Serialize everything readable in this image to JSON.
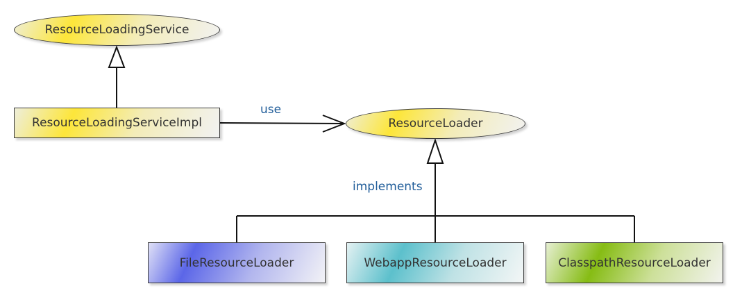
{
  "nodes": {
    "resource_loading_service": "ResourceLoadingService",
    "resource_loading_service_impl": "ResourceLoadingServiceImpl",
    "resource_loader": "ResourceLoader",
    "file_resource_loader": "FileResourceLoader",
    "webapp_resource_loader": "WebappResourceLoader",
    "classpath_resource_loader": "ClasspathResourceLoader"
  },
  "edges": {
    "use_label": "use",
    "implements_label": "implements"
  },
  "colors": {
    "interface_fill": "#fde63a",
    "file_fill": "#5b66e8",
    "webapp_fill": "#5cc0cc",
    "classpath_fill": "#86bc14",
    "edge_label": "#1f5c99"
  }
}
